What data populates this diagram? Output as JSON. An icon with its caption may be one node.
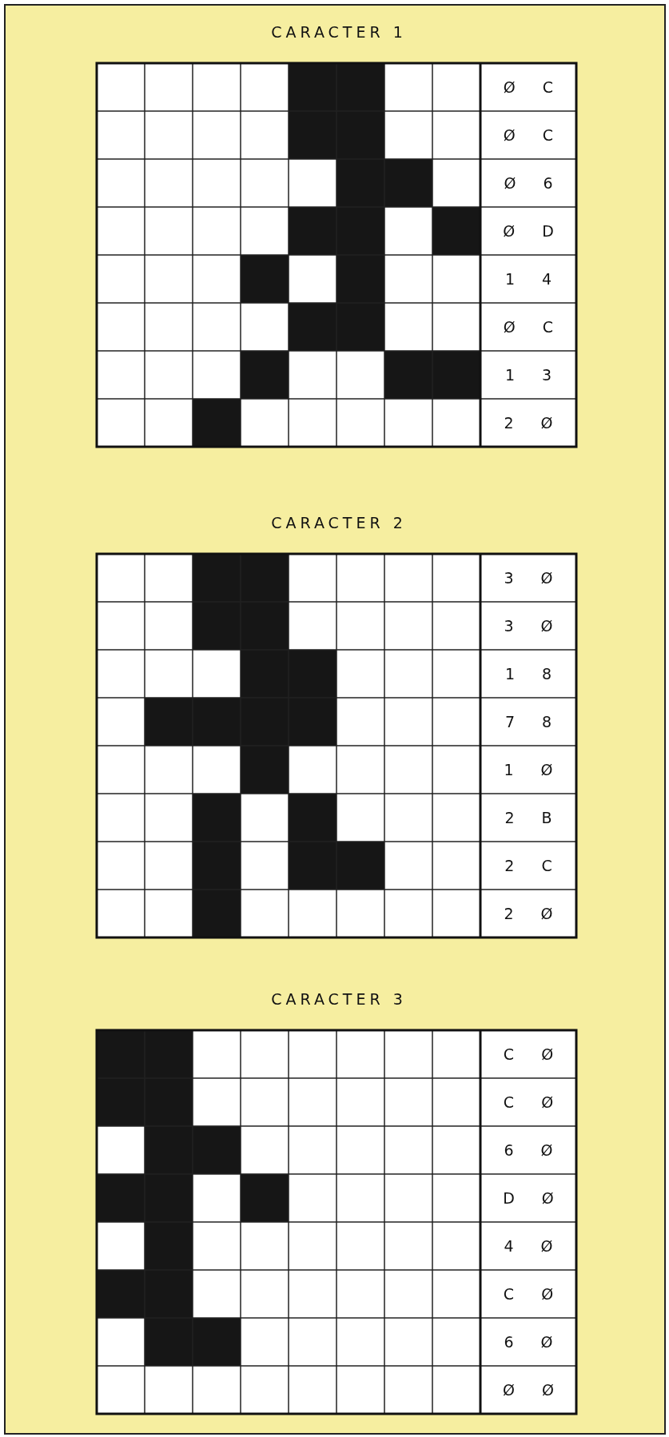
{
  "diagram": {
    "nodes": [
      {
        "text": [
          "CARACTER 1",
          "Ø C",
          "Ø C",
          "Ø 6",
          "Ø D",
          "1 4",
          "Ø C",
          "1 3",
          "2 Ø"
        ]
      },
      {
        "text": [
          "CARACTER 2",
          "3 Ø",
          "3 Ø",
          "1 8",
          "7 8",
          "1 Ø",
          "2 B",
          "2 C",
          "2 Ø"
        ]
      },
      {
        "text": [
          "CARACTER 3",
          "C Ø",
          "C Ø",
          "6 Ø",
          "D Ø",
          "4 Ø",
          "C Ø",
          "6 Ø",
          "Ø Ø"
        ]
      }
    ]
  }
}
